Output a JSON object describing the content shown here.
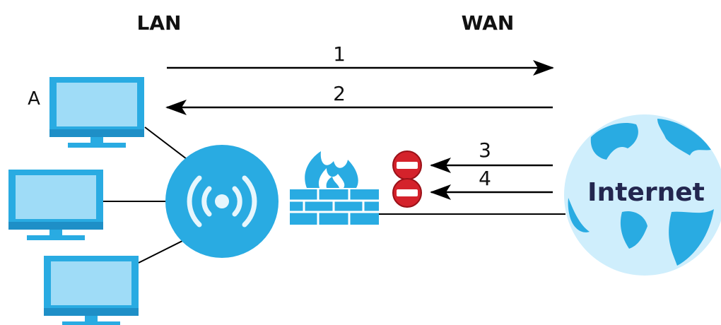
{
  "zones": {
    "lan": "LAN",
    "wan": "WAN"
  },
  "flows": [
    {
      "label": "1",
      "direction": "outbound",
      "blocked": false
    },
    {
      "label": "2",
      "direction": "inbound",
      "blocked": false
    },
    {
      "label": "3",
      "direction": "inbound",
      "blocked": true
    },
    {
      "label": "4",
      "direction": "inbound",
      "blocked": true
    }
  ],
  "hosts": [
    {
      "label": "A"
    },
    {
      "label": ""
    },
    {
      "label": ""
    }
  ],
  "internet": {
    "label": "Internet"
  },
  "icons": {
    "computer": "monitor-icon",
    "access_point": "wireless-ap-icon",
    "firewall": "firewall-icon",
    "block": "no-entry-icon",
    "internet": "globe-icon"
  },
  "colors": {
    "device_blue": "#29abe2",
    "screen_blue": "#9fdcf7",
    "globe_light": "#cfeefc",
    "block_red": "#d4222b",
    "line": "#000000",
    "internet_text": "#23264f"
  }
}
